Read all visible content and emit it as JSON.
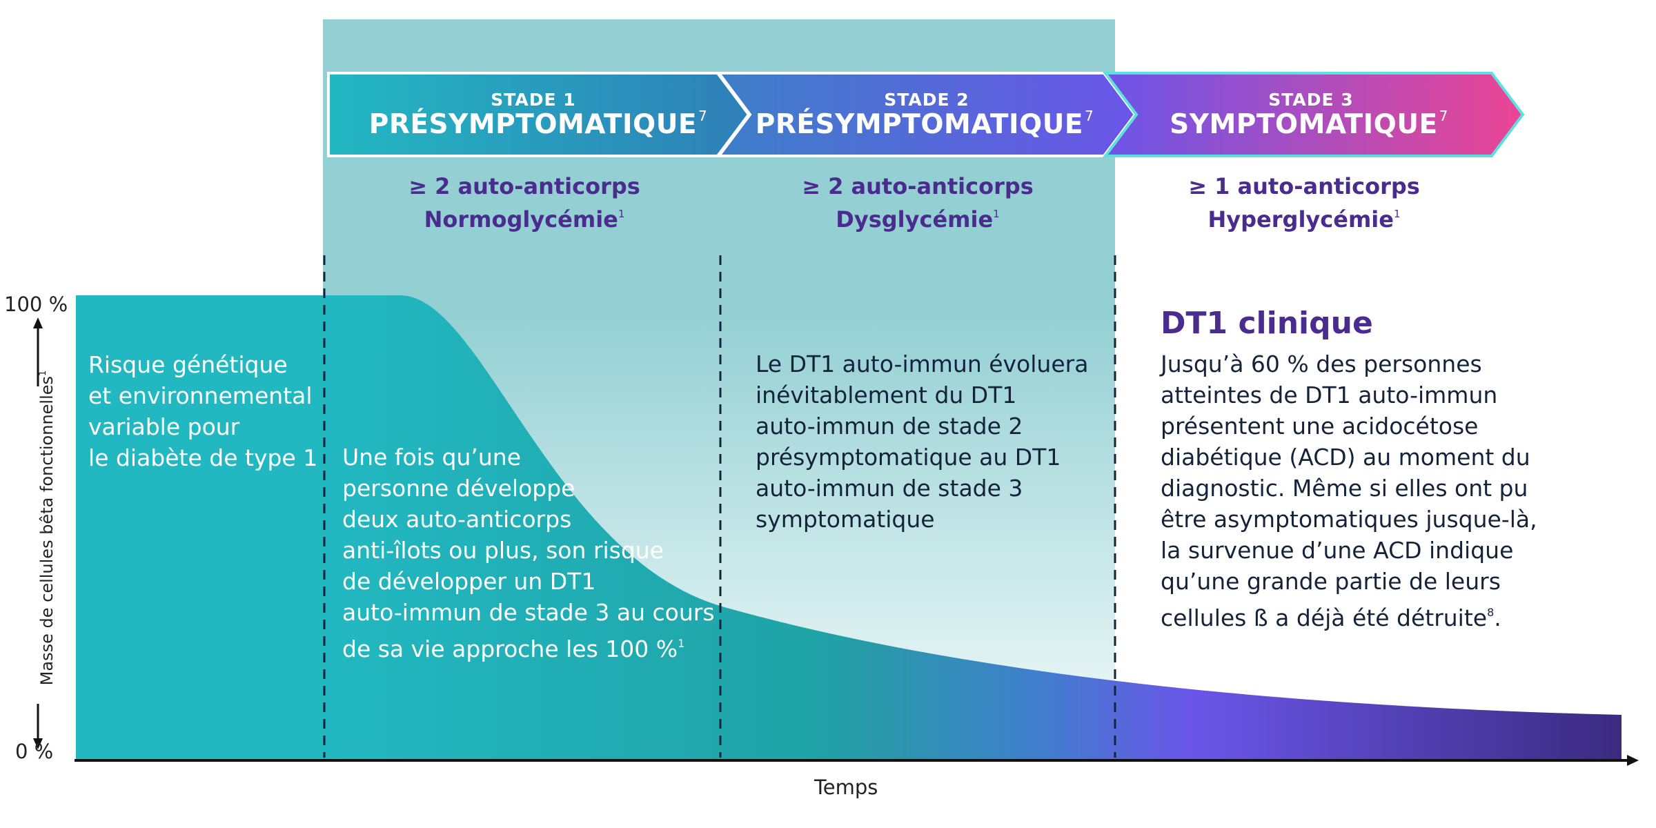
{
  "stages": [
    {
      "num": "STADE 1",
      "name": "PRÉSYMPTOMATIQUE",
      "ref": "7",
      "crit1": "≥ 2 auto-anticorps",
      "crit2": "Normoglycémie",
      "crit2_ref": "1"
    },
    {
      "num": "STADE 2",
      "name": "PRÉSYMPTOMATIQUE",
      "ref": "7",
      "crit1": "≥ 2 auto-anticorps",
      "crit2": "Dysglycémie",
      "crit2_ref": "1"
    },
    {
      "num": "STADE 3",
      "name": "SYMPTOMATIQUE",
      "ref": "7",
      "crit1": "≥ 1 auto-anticorps",
      "crit2": "Hyperglycémie",
      "crit2_ref": "1"
    }
  ],
  "axis": {
    "y_top": "100 %",
    "y_bottom": "0 %",
    "y_label": "Masse de cellules bêta fonctionnelles",
    "y_label_ref": "1",
    "x_label": "Temps"
  },
  "texts": {
    "genetic": [
      "Risque génétique",
      "et environnemental",
      "variable pour",
      "le diabète de type 1"
    ],
    "stage1": [
      "Une fois qu’une",
      "personne développe",
      "deux auto-anticorps",
      "anti-îlots ou plus, son risque",
      "de développer un DT1",
      "auto-immun de stade 3 au cours",
      "de sa vie approche les 100 %"
    ],
    "stage1_ref": "1",
    "stage2": [
      "Le DT1 auto-immun évoluera",
      "inévitablement du DT1",
      "auto-immun de stade 2",
      "présymptomatique au DT1",
      "auto-immun de stade 3",
      "symptomatique"
    ],
    "clinical_title": "DT1 clinique",
    "clinical": [
      "Jusqu’à 60 % des personnes",
      "atteintes de DT1 auto-immun",
      "présentent une acidocétose",
      "diabétique (ACD) au moment du",
      "diagnostic. Même si elles ont pu",
      "être asymptomatiques jusque-là,",
      "la survenue d’une ACD indique",
      "qu’une grande partie de leurs",
      "cellules ß a déjà été détruite"
    ],
    "clinical_ref": "8"
  },
  "colors": {
    "teal": "#22b8c2",
    "teal_dark": "#1e9ea3",
    "blue": "#3d7fc8",
    "violet": "#6b55e8",
    "indigo": "#3f2f8a",
    "pink": "#ec4593",
    "panel": "#97d2d5",
    "text_purple": "#4a2c8e"
  }
}
